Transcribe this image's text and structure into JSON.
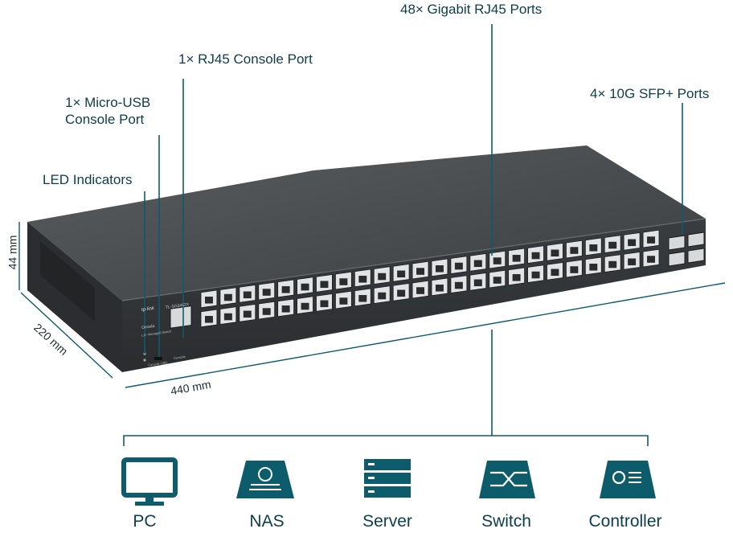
{
  "callouts": {
    "gigabit_ports": "48× Gigabit RJ45 Ports",
    "rj45_console": "1× RJ45 Console Port",
    "microusb_console_line1": "1× Micro-USB",
    "microusb_console_line2": "Console Port",
    "sfp_ports": "4× 10G SFP+ Ports",
    "led_indicators": "LED Indicators"
  },
  "dimensions": {
    "height": "44 mm",
    "depth": "220 mm",
    "width": "440 mm"
  },
  "device": {
    "brand": "tp-link",
    "model": "TL-SG3452X",
    "series": "Omada",
    "subtitle": "L2+ Managed Switch",
    "console_usb_label": "Console USB",
    "console_label": "Console"
  },
  "devices": [
    {
      "label": "PC",
      "icon": "pc-icon"
    },
    {
      "label": "NAS",
      "icon": "nas-icon"
    },
    {
      "label": "Server",
      "icon": "server-icon"
    },
    {
      "label": "Switch",
      "icon": "switch-icon"
    },
    {
      "label": "Controller",
      "icon": "controller-icon"
    }
  ],
  "colors": {
    "accent": "#0d5c6b",
    "text": "#0d3d4b",
    "chassis_top": "#4a4d50",
    "chassis_front": "#2f3235"
  }
}
